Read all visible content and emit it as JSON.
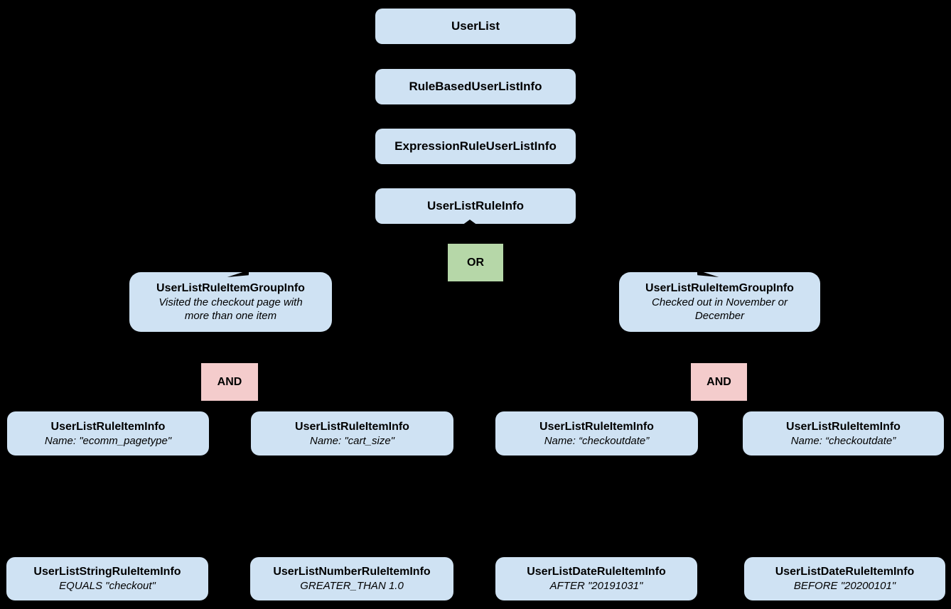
{
  "diagram": {
    "colors": {
      "background": "#000000",
      "class_box": "#cfe2f3",
      "or_box": "#b6d7a8",
      "and_box": "#f4cccc",
      "text": "#000000"
    },
    "chain": [
      {
        "label": "UserList"
      },
      {
        "label": "RuleBasedUserListInfo"
      },
      {
        "label": "ExpressionRuleUserListInfo"
      },
      {
        "label": "UserListRuleInfo"
      }
    ],
    "or_label": "OR",
    "and_label": "AND",
    "groups": [
      {
        "title": "UserListRuleItemGroupInfo",
        "description": "Visited the checkout page with more than one item"
      },
      {
        "title": "UserListRuleItemGroupInfo",
        "description": "Checked out in November or December"
      }
    ],
    "rule_items": [
      {
        "title": "UserListRuleItemInfo",
        "subtitle": "Name: \"ecomm_pagetype\""
      },
      {
        "title": "UserListRuleItemInfo",
        "subtitle": "Name: \"cart_size\""
      },
      {
        "title": "UserListRuleItemInfo",
        "subtitle": "Name: “checkoutdate”"
      },
      {
        "title": "UserListRuleItemInfo",
        "subtitle": "Name: “checkoutdate”"
      }
    ],
    "leaf_items": [
      {
        "title": "UserListStringRuleItemInfo",
        "subtitle": "EQUALS \"checkout\""
      },
      {
        "title": "UserListNumberRuleItemInfo",
        "subtitle": "GREATER_THAN 1.0"
      },
      {
        "title": "UserListDateRuleItemInfo",
        "subtitle": "AFTER \"20191031\""
      },
      {
        "title": "UserListDateRuleItemInfo",
        "subtitle": "BEFORE \"20200101\""
      }
    ]
  }
}
